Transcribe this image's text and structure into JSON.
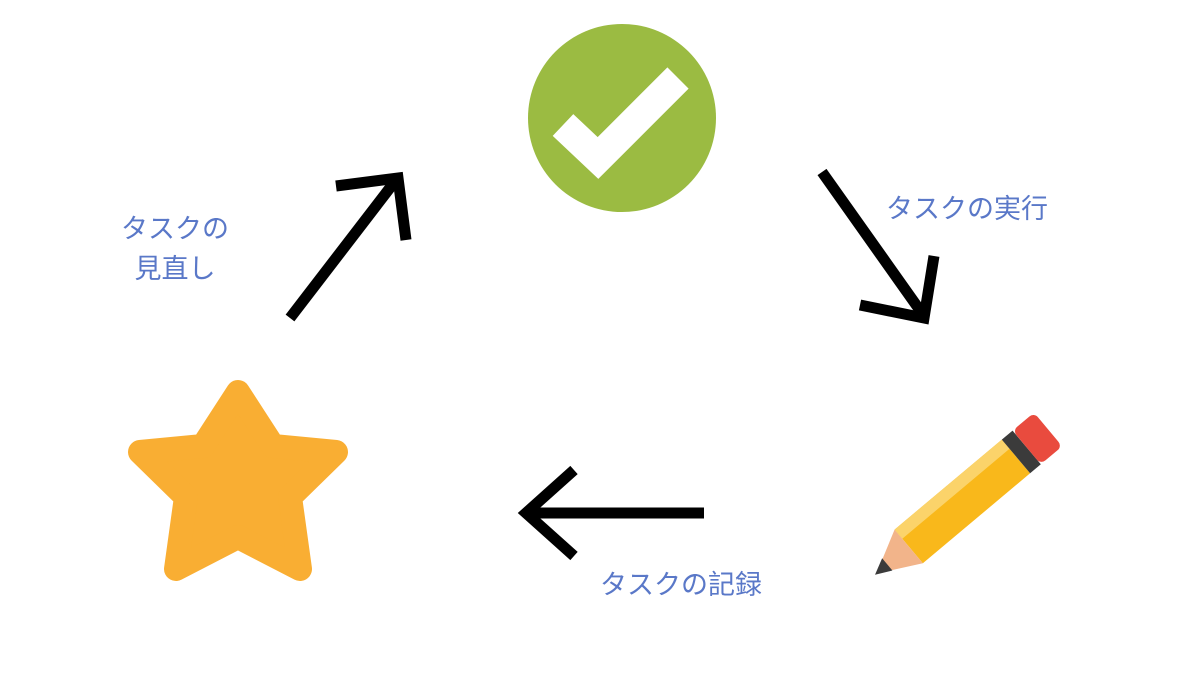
{
  "steps": {
    "review": {
      "line1": "タスクの",
      "line2": "見直し",
      "icon": "star-icon"
    },
    "execute": {
      "label": "タスクの実行",
      "icon": "checkmark-circle-icon"
    },
    "record": {
      "label": "タスクの記録",
      "icon": "pencil-icon"
    }
  },
  "colors": {
    "label": "#5a78c8",
    "check_circle": "#9bbb42",
    "star": "#f9ae33",
    "pencil_body": "#f9b81b",
    "pencil_eraser": "#e94b3e",
    "pencil_band": "#3b3b3b",
    "arrow": "#000000"
  }
}
